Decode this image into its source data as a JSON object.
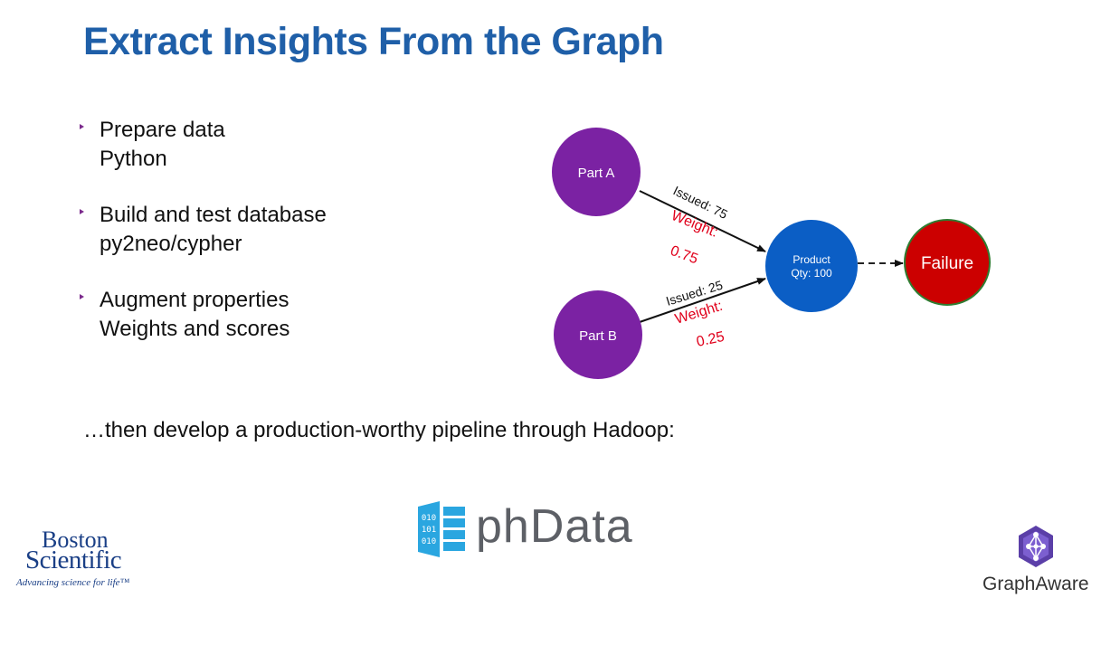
{
  "slide": {
    "title": "Extract Insights From the Graph",
    "bullets": [
      {
        "lines": [
          "Prepare data",
          "Python"
        ]
      },
      {
        "lines": [
          "Build and test database",
          "py2neo/cypher"
        ]
      },
      {
        "lines": [
          "Augment properties",
          "Weights and scores"
        ]
      }
    ],
    "footer_text": "…then develop a production-worthy pipeline through Hadoop:"
  },
  "diagram": {
    "nodes": {
      "part_a": {
        "label": "Part A",
        "color": "#7b22a3"
      },
      "part_b": {
        "label": "Part B",
        "color": "#7b22a3"
      },
      "product": {
        "label_line1": "Product",
        "label_line2": "Qty: 100",
        "color": "#0b5ec5"
      },
      "failure": {
        "label": "Failure",
        "color": "#cc0000",
        "stroke": "#2e7d32"
      }
    },
    "edges": {
      "a_to_product": {
        "issued": "Issued: 75",
        "weight_label": "Weight:",
        "weight_value": "0.75"
      },
      "b_to_product": {
        "issued": "Issued: 25",
        "weight_label": "Weight:",
        "weight_value": "0.25"
      }
    },
    "weight_color": "#e0001b"
  },
  "logos": {
    "boston_scientific": {
      "line1": "Boston",
      "line2": "Scientific",
      "tagline": "Advancing science for life™",
      "color": "#1a3f86"
    },
    "phdata": {
      "text": "phData",
      "mark_bits": [
        "010",
        "101",
        "010"
      ],
      "color": "#2aa6e0"
    },
    "graphaware": {
      "text": "GraphAware",
      "color": "#5b3fa8"
    }
  },
  "colors": {
    "title": "#1f5fa8",
    "bullet_marker": "#7b2a8c"
  }
}
